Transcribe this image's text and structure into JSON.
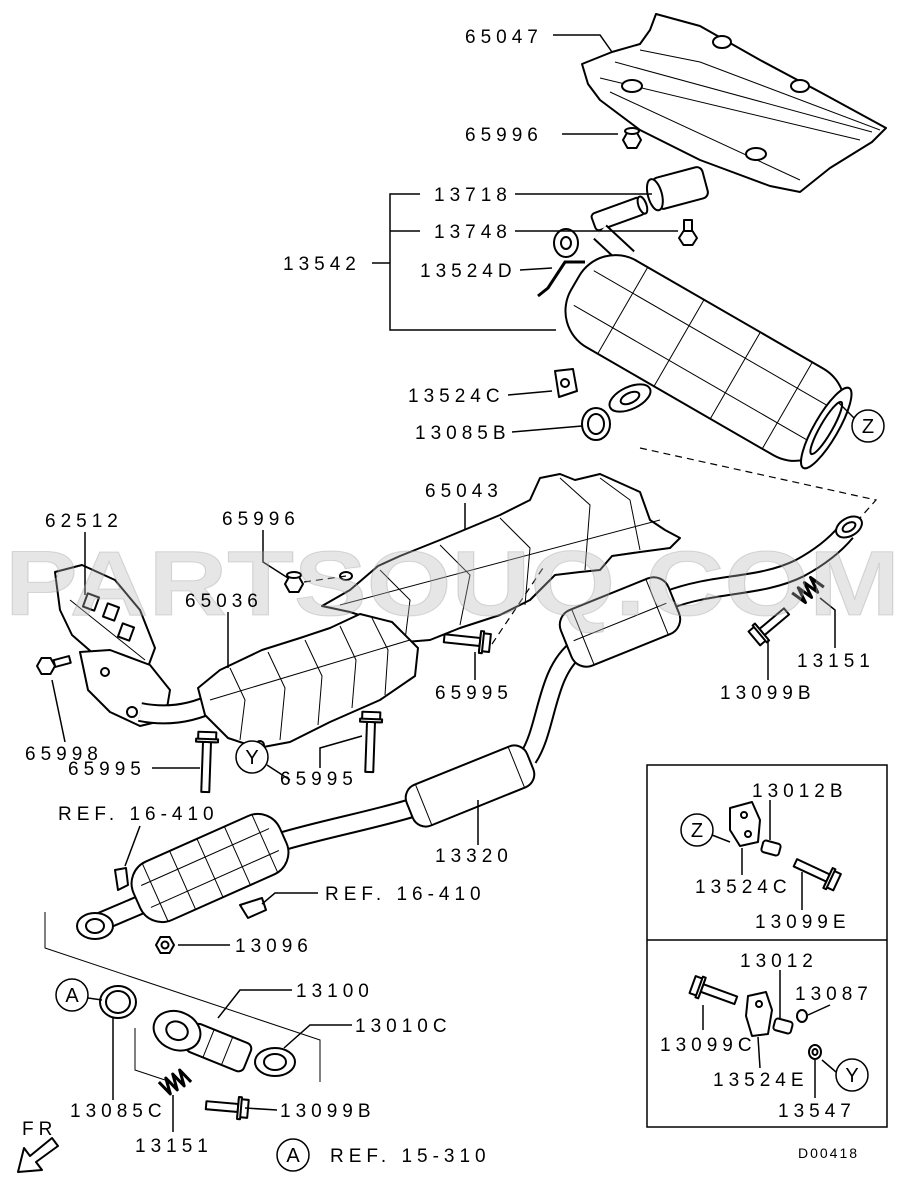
{
  "diagram": {
    "watermark": "PARTSOUQ.COM",
    "diagram_code": "D00418",
    "direction_label": "FR",
    "callouts": [
      "65047",
      "65996",
      "13718",
      "13748",
      "13542",
      "13524D",
      "13524C",
      "13085B",
      "65043",
      "62512",
      "65996",
      "65036",
      "65995",
      "13151",
      "13099B",
      "65998",
      "65995",
      "65995",
      "13320",
      "13096",
      "13100",
      "13010C",
      "13085C",
      "13151",
      "13099B"
    ],
    "markers": [
      "Z",
      "Y",
      "A",
      "A"
    ],
    "references": [
      "REF. 16-410",
      "REF. 16-410",
      "REF. 15-310"
    ],
    "inset": {
      "callouts": [
        "13012B",
        "13524C",
        "13099E",
        "13012",
        "13087",
        "13099C",
        "13524E",
        "13547"
      ],
      "markers": [
        "Z",
        "Y"
      ]
    }
  },
  "colors": {
    "line": "#000000",
    "background": "#ffffff",
    "watermark": "#b8b8b8"
  }
}
